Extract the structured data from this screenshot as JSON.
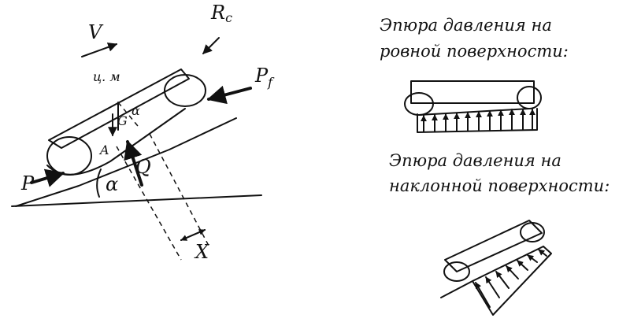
{
  "left_diagram": {
    "labels": {
      "V": "V",
      "Rc": "R",
      "Rc_sub": "c",
      "cm": "ц. м",
      "Pf": "P",
      "Pf_sub": "f",
      "P": "P",
      "A": "A",
      "G": "G",
      "alpha": "α",
      "alpha_small": "α",
      "Q": "Q",
      "X": "X"
    }
  },
  "right_diagrams": {
    "flat_caption_line1": "Эпюра давления на",
    "flat_caption_line2": "ровной поверхности:",
    "incline_caption_line1": "Эпюра давления на",
    "incline_caption_line2": "наклонной поверхности:"
  }
}
